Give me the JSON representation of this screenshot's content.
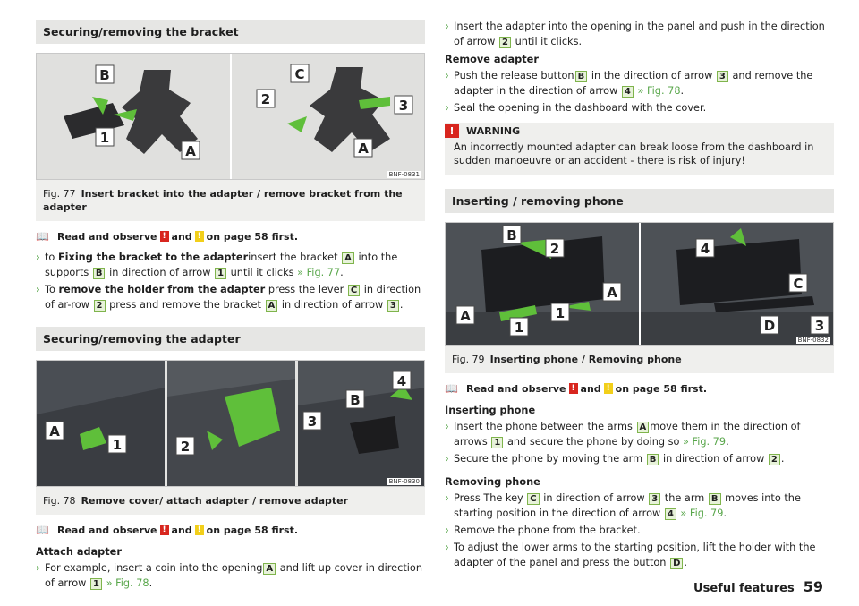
{
  "left": {
    "sec1": {
      "title": "Securing/removing the bracket",
      "fig": {
        "code": "BNF-0831",
        "num": "Fig. 77",
        "caption": "Insert bracket into the adapter / remove bracket from the adapter",
        "labels": [
          "B",
          "1",
          "A",
          "C",
          "2",
          "3",
          "A"
        ]
      },
      "read_pre": "Read and observe",
      "read_and": "and",
      "read_post": "on page 58 first.",
      "s1": {
        "t1": "to",
        "t2": "Fixing the bracket to the adapter",
        "t3": "insert the bracket",
        "k1": "A",
        "t4": "into the supports",
        "k2": "B",
        "t5": "in direction of arrow",
        "k3": "1",
        "t6": "until it clicks",
        "ref": "» Fig. 77",
        "t7": "."
      },
      "s2": {
        "t1": "To",
        "t2": "remove the holder from the adapter",
        "t3": "press the lever",
        "k1": "C",
        "t4": "in direction of ar-row",
        "k2": "2",
        "t5": "press and remove the bracket",
        "k3": "A",
        "t6": "in direction of arrow",
        "k4": "3",
        "t7": "."
      }
    },
    "sec2": {
      "title": "Securing/removing the adapter",
      "fig": {
        "code": "BNF-0830",
        "num": "Fig. 78",
        "caption": "Remove cover/ attach adapter / remove adapter",
        "labels": [
          "A",
          "1",
          "2",
          "3",
          "B",
          "4"
        ]
      },
      "read_pre": "Read and observe",
      "read_and": "and",
      "read_post": "on page 58 first.",
      "sub": "Attach adapter",
      "s1": {
        "t1": "For example, insert a coin into the opening",
        "k1": "A",
        "t2": "and lift up cover in direction of arrow",
        "k2": "1",
        "ref": "» Fig. 78",
        "t3": "."
      }
    }
  },
  "right": {
    "top": {
      "s1": {
        "t1": "Insert the adapter into the opening in the panel and push in the direction of arrow",
        "k1": "2",
        "t2": "until it clicks."
      },
      "sub": "Remove adapter",
      "s2": {
        "t1": "Push the release button",
        "k1": "B",
        "t2": "in the direction of arrow",
        "k2": "3",
        "t3": "and remove the adapter in the direction of arrow",
        "k3": "4",
        "ref": "» Fig. 78",
        "t4": "."
      },
      "s3": {
        "t1": "Seal the opening in the dashboard with the cover."
      }
    },
    "warning": {
      "icon": "!",
      "title": "WARNING",
      "body": "An incorrectly mounted adapter can break loose from the dashboard in sudden manoeuvre or an accident - there is risk of injury!"
    },
    "sec3": {
      "title": "Inserting / removing phone",
      "fig": {
        "code": "BNF-0832",
        "num": "Fig. 79",
        "caption": "Inserting phone / Removing phone",
        "labels": [
          "B",
          "2",
          "A",
          "1",
          "A",
          "1",
          "4",
          "C",
          "D",
          "3"
        ]
      },
      "read_pre": "Read and observe",
      "read_and": "and",
      "read_post": "on page 58 first.",
      "sub1": "Inserting phone",
      "s1": {
        "t1": "Insert the phone between the arms",
        "k1": "A",
        "t2": "move them in the direction of arrows",
        "k2": "1",
        "t3": "and secure the phone by doing so",
        "ref": "» Fig. 79",
        "t4": "."
      },
      "s2": {
        "t1": "Secure the phone by moving the arm",
        "k1": "B",
        "t2": "in direction of arrow",
        "k2": "2",
        "t3": "."
      },
      "sub2": "Removing phone",
      "s3": {
        "t1": "Press The key",
        "k1": "C",
        "t2": "in direction of arrow",
        "k2": "3",
        "t3": "the arm",
        "k3": "B",
        "t4": "moves into the starting position in the direction of arrow",
        "k4": "4",
        "ref": "» Fig. 79",
        "t5": "."
      },
      "s4": {
        "t1": "Remove the phone from the bracket."
      },
      "s5": {
        "t1": "To adjust the lower arms to the starting position, lift the holder with the adapter of the panel and press the button",
        "k1": "D",
        "t2": "."
      }
    }
  },
  "footer": {
    "section": "Useful features",
    "page": "59"
  },
  "colors": {
    "accent_green": "#57a64a",
    "warning_red": "#d8261f",
    "caution_yellow": "#f2cf1a",
    "header_bg": "#e6e6e4"
  },
  "icons": {
    "book": "book-icon",
    "arrow": "chevron-right-icon"
  }
}
